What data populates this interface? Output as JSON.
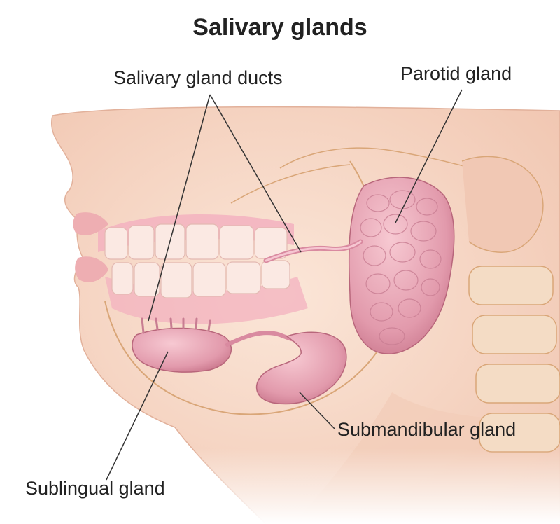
{
  "title": "Salivary glands",
  "labels": {
    "ducts": "Salivary gland ducts",
    "parotid": "Parotid gland",
    "submandibular": "Submandibular gland",
    "sublingual": "Sublingual gland"
  },
  "colors": {
    "skin": "#f7d9c8",
    "skin_shadow": "#e9b9a2",
    "bone": "#f2d2b2",
    "gland": "#e7a0b0",
    "gland_dark": "#c9728a",
    "gum": "#f0a7b5",
    "tooth": "#fbe7e2",
    "leader_line": "#333333"
  }
}
